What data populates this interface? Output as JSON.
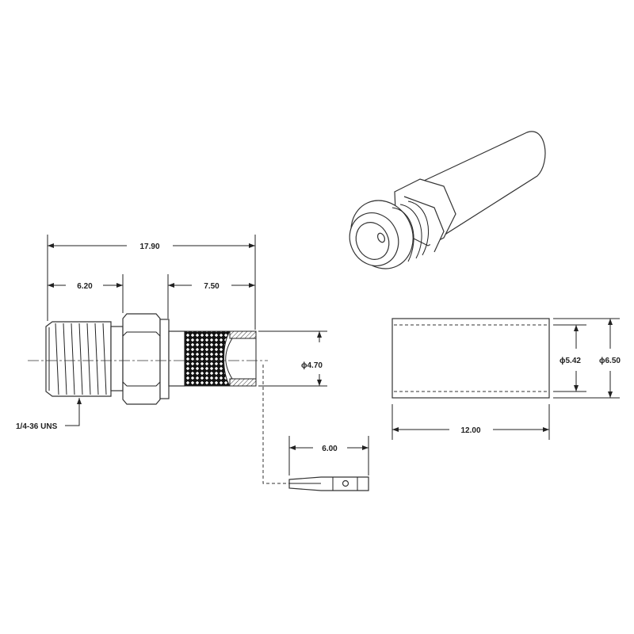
{
  "drawing": {
    "connector_dims": {
      "overall_length": "17.90",
      "thread_length": "6.20",
      "ferrule_length": "7.50",
      "ferrule_diameter": "ϕ4.70",
      "thread_spec": "1/4-36 UNS"
    },
    "pin_dims": {
      "length": "6.00"
    },
    "sleeve_dims": {
      "inner_diameter": "ϕ5.42",
      "outer_diameter": "ϕ6.50",
      "length": "12.00"
    }
  }
}
